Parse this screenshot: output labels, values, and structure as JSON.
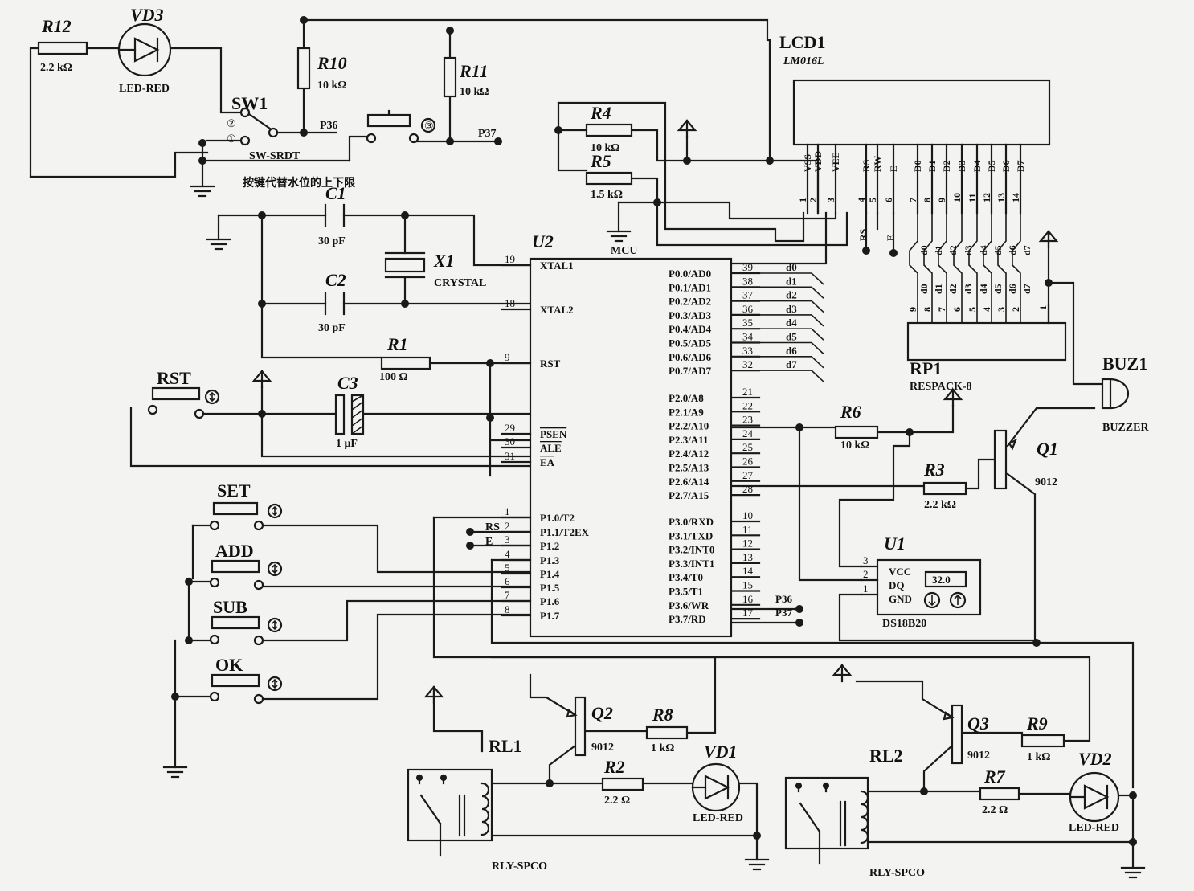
{
  "components": {
    "r12": {
      "ref": "R12",
      "value": "2.2 kΩ"
    },
    "vd3": {
      "ref": "VD3",
      "value": "LED-RED"
    },
    "r10": {
      "ref": "R10",
      "value": "10 kΩ"
    },
    "r11": {
      "ref": "R11",
      "value": "10 kΩ"
    },
    "sw1": {
      "ref": "SW1",
      "value": "SW-SRDT",
      "pin1": "①",
      "pin2": "②",
      "pin3": "③"
    },
    "sw_note": "按键代替水位的上下限",
    "lcd1": {
      "ref": "LCD1",
      "value": "LM016L",
      "pins": [
        "VSS",
        "VDD",
        "VEE",
        "RS",
        "RW",
        "E",
        "D0",
        "D1",
        "D2",
        "D3",
        "D4",
        "D5",
        "D6",
        "D7"
      ],
      "nums": [
        "1",
        "2",
        "3",
        "4",
        "5",
        "6",
        "7",
        "8",
        "9",
        "10",
        "11",
        "12",
        "13",
        "14"
      ]
    },
    "r4": {
      "ref": "R4",
      "value": "10 kΩ"
    },
    "r5": {
      "ref": "R5",
      "value": "1.5 kΩ"
    },
    "c1": {
      "ref": "C1",
      "value": "30 pF"
    },
    "c2": {
      "ref": "C2",
      "value": "30 pF"
    },
    "x1": {
      "ref": "X1",
      "value": "CRYSTAL"
    },
    "r1": {
      "ref": "R1",
      "value": "100 Ω"
    },
    "c3": {
      "ref": "C3",
      "value": "1 μF"
    },
    "rst": {
      "ref": "RST"
    },
    "set": {
      "ref": "SET"
    },
    "add": {
      "ref": "ADD"
    },
    "sub": {
      "ref": "SUB"
    },
    "ok": {
      "ref": "OK"
    },
    "u2": {
      "ref": "U2",
      "value": "MCU",
      "left_pins": [
        {
          "num": "19",
          "name": "XTAL1"
        },
        {
          "num": "18",
          "name": "XTAL2"
        },
        {
          "num": "9",
          "name": "RST"
        },
        {
          "num": "29",
          "name": "PSEN"
        },
        {
          "num": "30",
          "name": "ALE"
        },
        {
          "num": "31",
          "name": "EA"
        },
        {
          "num": "1",
          "name": "P1.0/T2"
        },
        {
          "num": "2",
          "name": "P1.1/T2EX"
        },
        {
          "num": "3",
          "name": "P1.2"
        },
        {
          "num": "4",
          "name": "P1.3"
        },
        {
          "num": "5",
          "name": "P1.4"
        },
        {
          "num": "6",
          "name": "P1.5"
        },
        {
          "num": "7",
          "name": "P1.6"
        },
        {
          "num": "8",
          "name": "P1.7"
        }
      ],
      "right_pins": [
        {
          "num": "39",
          "name": "P0.0/AD0",
          "net": "d0"
        },
        {
          "num": "38",
          "name": "P0.1/AD1",
          "net": "d1"
        },
        {
          "num": "37",
          "name": "P0.2/AD2",
          "net": "d2"
        },
        {
          "num": "36",
          "name": "P0.3/AD3",
          "net": "d3"
        },
        {
          "num": "35",
          "name": "P0.4/AD4",
          "net": "d4"
        },
        {
          "num": "34",
          "name": "P0.5/AD5",
          "net": "d5"
        },
        {
          "num": "33",
          "name": "P0.6/AD6",
          "net": "d6"
        },
        {
          "num": "32",
          "name": "P0.7/AD7",
          "net": "d7"
        },
        {
          "num": "21",
          "name": "P2.0/A8",
          "net": ""
        },
        {
          "num": "22",
          "name": "P2.1/A9",
          "net": ""
        },
        {
          "num": "23",
          "name": "P2.2/A10",
          "net": ""
        },
        {
          "num": "24",
          "name": "P2.3/A11",
          "net": ""
        },
        {
          "num": "25",
          "name": "P2.4/A12",
          "net": ""
        },
        {
          "num": "26",
          "name": "P2.5/A13",
          "net": ""
        },
        {
          "num": "27",
          "name": "P2.6/A14",
          "net": ""
        },
        {
          "num": "28",
          "name": "P2.7/A15",
          "net": ""
        },
        {
          "num": "10",
          "name": "P3.0/RXD",
          "net": ""
        },
        {
          "num": "11",
          "name": "P3.1/TXD",
          "net": ""
        },
        {
          "num": "12",
          "name": "P3.2/INT0",
          "net": ""
        },
        {
          "num": "13",
          "name": "P3.3/INT1",
          "net": ""
        },
        {
          "num": "14",
          "name": "P3.4/T0",
          "net": ""
        },
        {
          "num": "15",
          "name": "P3.5/T1",
          "net": ""
        },
        {
          "num": "16",
          "name": "P3.6/WR",
          "net": "P36"
        },
        {
          "num": "17",
          "name": "P3.7/RD",
          "net": "P37"
        }
      ]
    },
    "rp1": {
      "ref": "RP1",
      "value": "RESPACK-8",
      "nets_top": [
        "d0",
        "d1",
        "d2",
        "d3",
        "d4",
        "d5",
        "d6",
        "d7"
      ],
      "nets_bot": [
        "d0",
        "d1",
        "d2",
        "d3",
        "d4",
        "d5",
        "d6",
        "d7"
      ],
      "nums": [
        "9",
        "8",
        "7",
        "6",
        "5",
        "4",
        "3",
        "2"
      ],
      "com": "1"
    },
    "buz1": {
      "ref": "BUZ1",
      "value": "BUZZER"
    },
    "r6": {
      "ref": "R6",
      "value": "10 kΩ"
    },
    "r3": {
      "ref": "R3",
      "value": "2.2 kΩ"
    },
    "q1": {
      "ref": "Q1",
      "value": "9012"
    },
    "u1": {
      "ref": "U1",
      "value": "DS18B20",
      "pins": [
        "VCC",
        "DQ",
        "GND"
      ],
      "nums": [
        "3",
        "2",
        "1"
      ],
      "reading": "32.0"
    },
    "q2": {
      "ref": "Q2",
      "value": "9012"
    },
    "r8": {
      "ref": "R8",
      "value": "1 kΩ"
    },
    "r2": {
      "ref": "R2",
      "value": "2.2 Ω"
    },
    "vd1": {
      "ref": "VD1",
      "value": "LED-RED"
    },
    "rl1": {
      "ref": "RL1",
      "value": "RLY-SPCO"
    },
    "q3": {
      "ref": "Q3",
      "value": "9012"
    },
    "r9": {
      "ref": "R9",
      "value": "1 kΩ"
    },
    "r7": {
      "ref": "R7",
      "value": "2.2 Ω"
    },
    "vd2": {
      "ref": "VD2",
      "value": "LED-RED"
    },
    "rl2": {
      "ref": "RL2",
      "value": "RLY-SPCO"
    }
  },
  "nets": {
    "p36": "P36",
    "p37": "P37",
    "rs": "RS",
    "e": "E",
    "rs_tag": "RS",
    "e_tag": "E"
  }
}
